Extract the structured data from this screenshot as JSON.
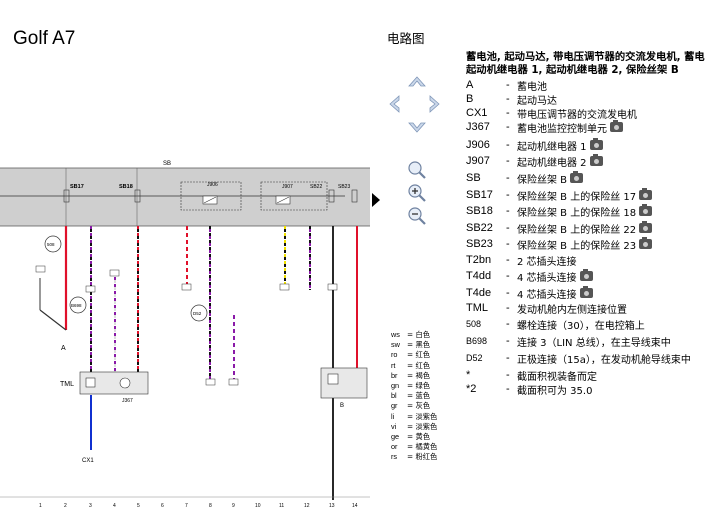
{
  "header": {
    "model": "Golf A7",
    "section": "电路图"
  },
  "description_title": [
    "蓄电池, 起动马达, 带电压调节器的交流发电机, 蓄电",
    "起动机继电器 1, 起动机继电器 2, 保险丝架 B"
  ],
  "legend": [
    {
      "code": "A",
      "text": "蓄电池",
      "cam": false
    },
    {
      "code": "B",
      "text": "起动马达",
      "cam": false
    },
    {
      "code": "CX1",
      "text": "带电压调节器的交流发电机",
      "cam": false
    },
    {
      "code": "J367",
      "text": "蓄电池监控控制单元",
      "cam": true
    },
    {
      "code": "J906",
      "text": "起动机继电器 1",
      "cam": true
    },
    {
      "code": "J907",
      "text": "起动机继电器 2",
      "cam": true
    },
    {
      "code": "SB",
      "text": "保险丝架 B",
      "cam": true
    },
    {
      "code": "SB17",
      "text": "保险丝架 B 上的保险丝 17",
      "cam": true
    },
    {
      "code": "SB18",
      "text": "保险丝架 B 上的保险丝 18",
      "cam": true
    },
    {
      "code": "SB22",
      "text": "保险丝架 B 上的保险丝 22",
      "cam": true
    },
    {
      "code": "SB23",
      "text": "保险丝架 B 上的保险丝 23",
      "cam": true
    },
    {
      "code": "T2bn",
      "text": "2 芯插头连接",
      "cam": false
    },
    {
      "code": "T4dd",
      "text": "4 芯插头连接",
      "cam": true
    },
    {
      "code": "T4de",
      "text": "4 芯插头连接",
      "cam": true
    },
    {
      "code": "TML",
      "text": "发动机舱内左侧连接位置",
      "cam": false
    },
    {
      "code": "508",
      "text": "螺栓连接（30），在电控箱上",
      "cam": false,
      "small": true
    },
    {
      "code": "B698",
      "text": "连接 3（LIN 总线），在主导线束中",
      "cam": false,
      "small": true
    },
    {
      "code": "D52",
      "text": "正极连接（15a），在发动机舱导线束中",
      "cam": false,
      "small": true
    },
    {
      "code": "*",
      "text": "截面积视装备而定",
      "cam": false
    },
    {
      "code": "*2",
      "text": "截面积可为 35.0",
      "cam": false
    }
  ],
  "colors": [
    {
      "code": "ws",
      "name": "白色"
    },
    {
      "code": "sw",
      "name": "黑色"
    },
    {
      "code": "ro",
      "name": "红色"
    },
    {
      "code": "rt",
      "name": "红色"
    },
    {
      "code": "br",
      "name": "褐色"
    },
    {
      "code": "gn",
      "name": "绿色"
    },
    {
      "code": "bl",
      "name": "蓝色"
    },
    {
      "code": "gr",
      "name": "灰色"
    },
    {
      "code": "li",
      "name": "淡紫色"
    },
    {
      "code": "vi",
      "name": "淡紫色"
    },
    {
      "code": "ge",
      "name": "黄色"
    },
    {
      "code": "or",
      "name": "橘黄色"
    },
    {
      "code": "rs",
      "name": "粉红色"
    }
  ],
  "diagram": {
    "fuse_box": "SB",
    "fuses": [
      "SB17",
      "SB18",
      "SB22",
      "SB23"
    ],
    "relays": [
      "J906",
      "J907"
    ],
    "components": [
      "A",
      "B",
      "J367",
      "TML",
      "CX1"
    ],
    "connectors": [
      "508",
      "B698",
      "D52"
    ],
    "column_numbers": [
      "1",
      "2",
      "3",
      "4",
      "5",
      "6",
      "7",
      "8",
      "9",
      "10",
      "11",
      "12",
      "13",
      "14"
    ],
    "wire_colors": {
      "red": "#e0102a",
      "black": "#111111",
      "violet": "#8a1aa8",
      "yellow": "#f2e200",
      "blue": "#1030d0",
      "grey": "#9a9a9a",
      "white": "#ffffff"
    }
  }
}
